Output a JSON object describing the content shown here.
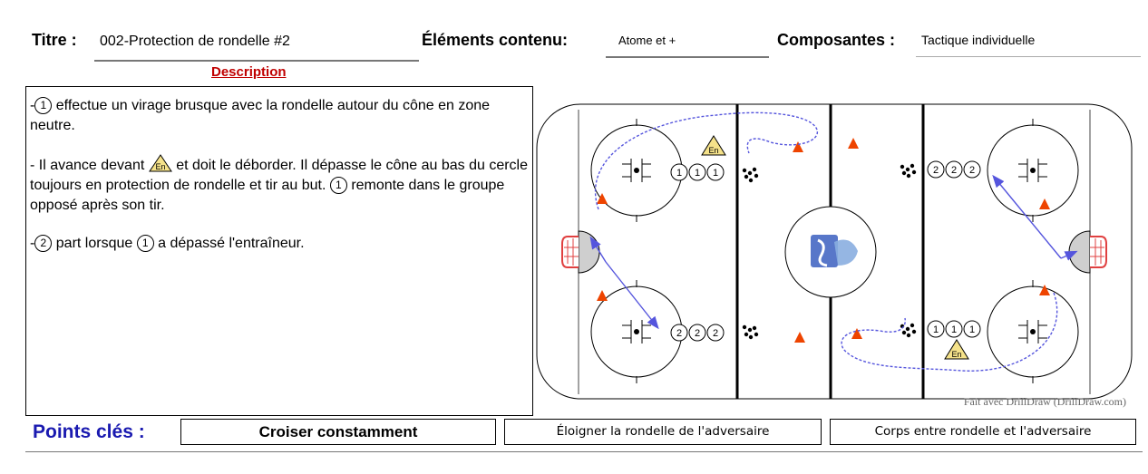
{
  "header": {
    "title_label": "Titre :",
    "title_value": "002-Protection de rondelle #2",
    "elements_label": "Éléments contenu:",
    "elements_value": "Atome et +",
    "components_label": "Composantes :",
    "components_value": "Tactique individuelle"
  },
  "description": {
    "heading": "Description",
    "p1_text": " effectue un virage brusque avec la rondelle autour du cône en zone neutre.",
    "p2_a": "- Il avance devant ",
    "p2_b": " et doit le déborder. Il dépasse le cône au bas du cercle toujours en protection de rondelle et tir au but. ",
    "p2_c": " remonte dans le groupe opposé après son tir.",
    "p3_a": " part lorsque ",
    "p3_b": " a dépassé l'entraîneur.",
    "num1": "1",
    "num2": "2"
  },
  "diagram": {
    "coach_label": "En",
    "player1": "1",
    "player2": "2",
    "credit": "Fait avec DrillDraw (DrillDraw.com)",
    "colors": {
      "path": "#5555dd",
      "cone": "#ee4400",
      "coach_fill": "#f5e28a",
      "board": "#000000"
    }
  },
  "key_points": {
    "label": "Points clés :",
    "items": [
      "Croiser constamment",
      "Éloigner la rondelle de l'adversaire",
      "Corps entre rondelle et l'adversaire"
    ]
  }
}
